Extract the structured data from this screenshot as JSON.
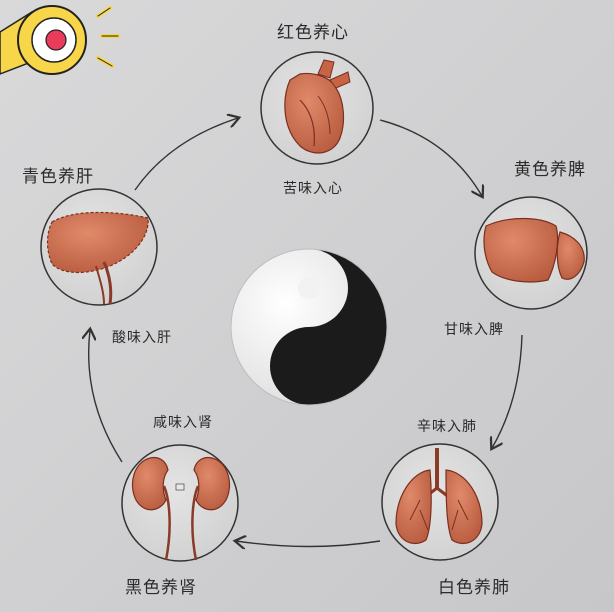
{
  "diagram": {
    "nodes": [
      {
        "id": "heart",
        "color_text": "红色养心",
        "taste_text": "苦味入心"
      },
      {
        "id": "spleen",
        "color_text": "黄色养脾",
        "taste_text": "甘味入脾"
      },
      {
        "id": "lung",
        "color_text": "白色养肺",
        "taste_text": "辛味入肺"
      },
      {
        "id": "kidney",
        "color_text": "黑色养肾",
        "taste_text": "咸味入肾"
      },
      {
        "id": "liver",
        "color_text": "青色养肝",
        "taste_text": "酸味入肝"
      }
    ],
    "center_symbol": "yin-yang-icon",
    "corner_icon": "megaphone-icon",
    "colors": {
      "organ_fill": "#c8694a",
      "organ_dark": "#8a3a28",
      "circle_stroke": "#3a3a3a",
      "megaphone_yellow": "#f7d64a",
      "megaphone_pink": "#e83c5a"
    }
  }
}
